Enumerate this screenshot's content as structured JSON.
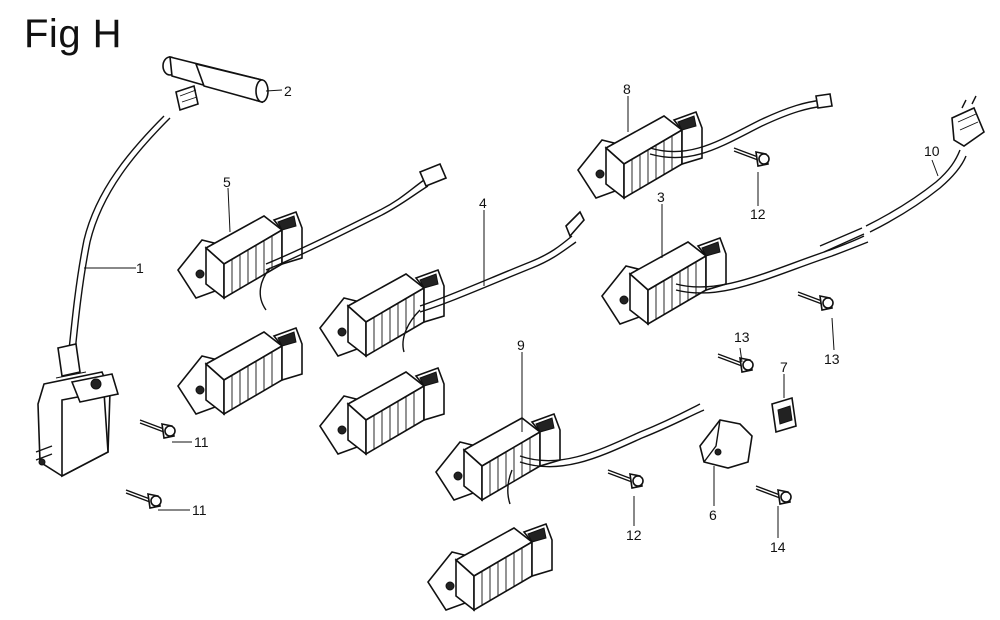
{
  "figure": {
    "title": "Fig H"
  },
  "callouts": {
    "c1": "1",
    "c2": "2",
    "c3": "3",
    "c4": "4",
    "c5": "5",
    "c6": "6",
    "c7": "7",
    "c8": "8",
    "c9": "9",
    "c10": "10",
    "c11a": "11",
    "c11b": "11",
    "c12a": "12",
    "c12b": "12",
    "c13a": "13",
    "c13b": "13",
    "c14": "14"
  }
}
